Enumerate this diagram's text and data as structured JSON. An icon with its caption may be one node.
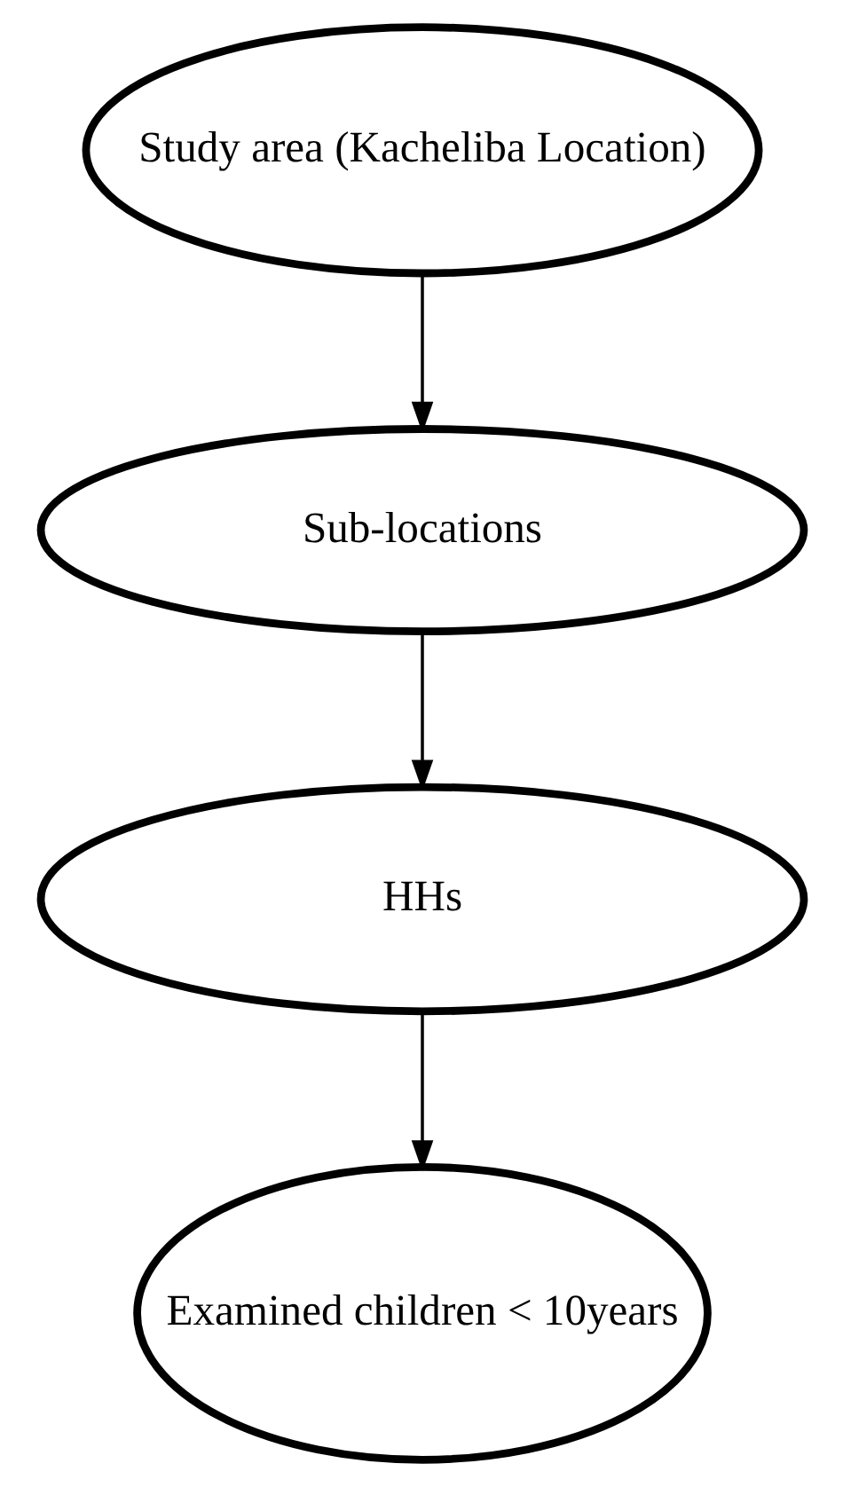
{
  "diagram": {
    "nodes": [
      {
        "text": [
          "Study area (Kacheliba Location)"
        ]
      },
      {
        "text": [
          "Sub-locations"
        ]
      },
      {
        "text": [
          "HHs"
        ]
      },
      {
        "text": [
          "Examined children < 10years"
        ]
      }
    ],
    "edges": [
      {
        "from": 0,
        "to": 1,
        "arrow": "to"
      },
      {
        "from": 1,
        "to": 2,
        "arrow": "to"
      },
      {
        "from": 2,
        "to": 3,
        "arrow": "to"
      }
    ]
  }
}
